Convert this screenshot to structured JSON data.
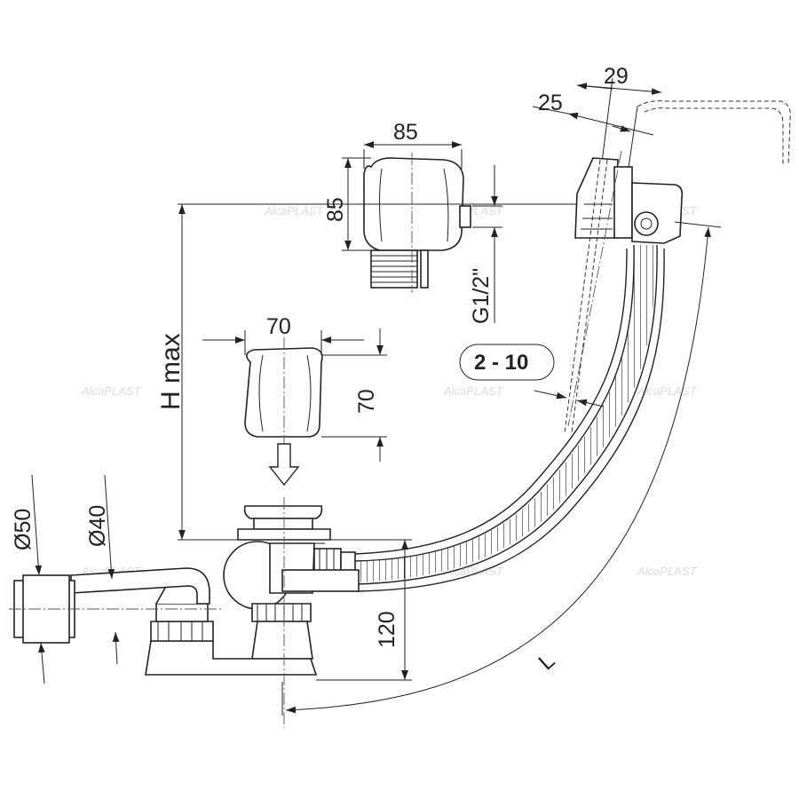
{
  "dimensions": {
    "overflow_width": "85",
    "overflow_height": "85",
    "thread": "G1/2\"",
    "cap_width": "70",
    "cap_height": "70",
    "top_outer": "29",
    "top_inner": "25",
    "wall_range": "2 - 10",
    "h_max": "H max",
    "drain_height": "120",
    "outlet_outer": "Ø50",
    "outlet_inner": "Ø40",
    "length": "L"
  },
  "watermark": "AlcaPLAST"
}
